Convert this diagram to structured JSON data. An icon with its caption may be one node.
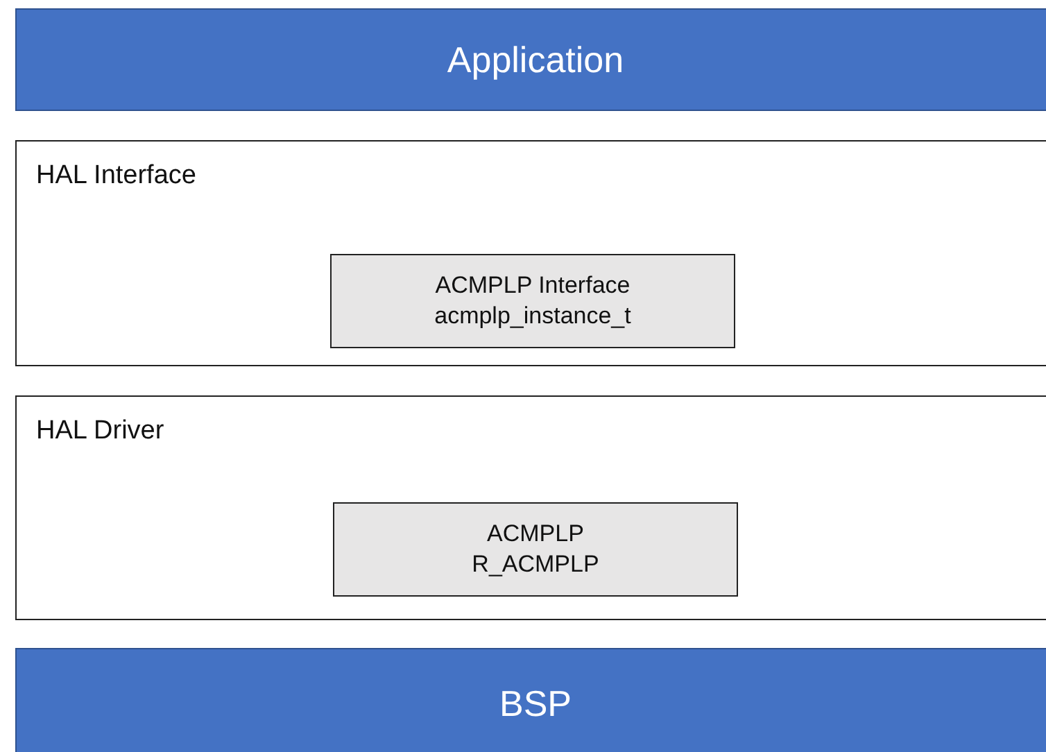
{
  "diagram": {
    "nodes": [
      {
        "text": [
          "Application"
        ]
      },
      {
        "text": [
          "HAL Interface"
        ]
      },
      {
        "text": [
          "ACMPLP Interface",
          "acmplp_instance_t"
        ],
        "in": 1
      },
      {
        "text": [
          "HAL Driver"
        ]
      },
      {
        "text": [
          "ACMPLP",
          "R_ACMPLP"
        ],
        "in": 3
      },
      {
        "text": [
          "BSP"
        ]
      }
    ]
  }
}
